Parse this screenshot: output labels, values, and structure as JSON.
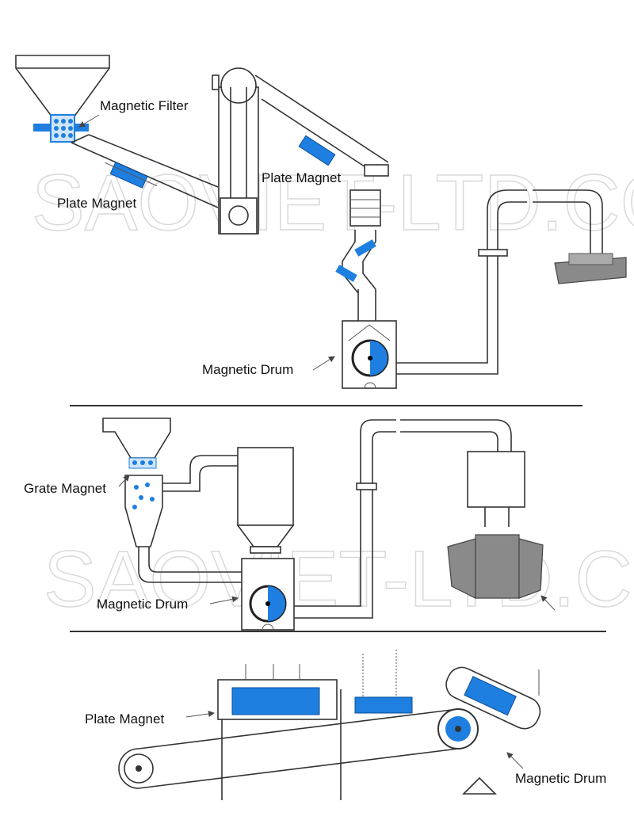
{
  "watermark": "SAOVIET-LTD.COM",
  "colors": {
    "magnet_blue": "#1e7fe0",
    "line": "#333333"
  },
  "section1": {
    "labels": {
      "magnetic_filter": "Magnetic Filter",
      "plate_magnet_left": "Plate Magnet",
      "plate_magnet_right": "Plate Magnet",
      "magnetic_drum": "Magnetic Drum"
    }
  },
  "section2": {
    "labels": {
      "grate_magnet": "Grate Magnet",
      "magnetic_drum": "Magnetic Drum"
    }
  },
  "section3": {
    "labels": {
      "plate_magnet": "Plate Magnet",
      "magnetic_drum": "Magnetic Drum"
    }
  }
}
